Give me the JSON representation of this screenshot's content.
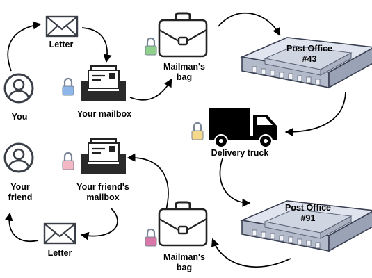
{
  "labels": {
    "you": "You",
    "letter_top": "Letter",
    "your_mailbox": "Your mailbox",
    "mailmans_bag_top": [
      "Mailman's",
      "bag"
    ],
    "post_office_43": [
      "Post Office",
      "#43"
    ],
    "delivery_truck": "Delivery truck",
    "post_office_91": [
      "Post Office",
      "#91"
    ],
    "mailmans_bag_bottom": [
      "Mailman's",
      "bag"
    ],
    "your_friends_mailbox": [
      "Your friend's",
      "mailbox"
    ],
    "your_friend": [
      "Your",
      "friend"
    ],
    "letter_bottom": "Letter"
  },
  "colors": {
    "lock_mailbox_top": "#8fb6e8",
    "lock_bag_top": "#8fd08a",
    "lock_truck": "#f5d98a",
    "lock_friends_mailbox": "#f4b8c4",
    "lock_bag_bottom": "#d977a8",
    "post_office_body": "#c3cad8",
    "post_office_top": "#dfe4ee"
  },
  "icons": {
    "person": "person-icon",
    "envelope": "envelope-icon",
    "mailbox": "mailbox-icon",
    "bag": "briefcase-icon",
    "lock": "padlock-icon",
    "building": "post-office-building-icon",
    "truck": "delivery-truck-icon"
  }
}
